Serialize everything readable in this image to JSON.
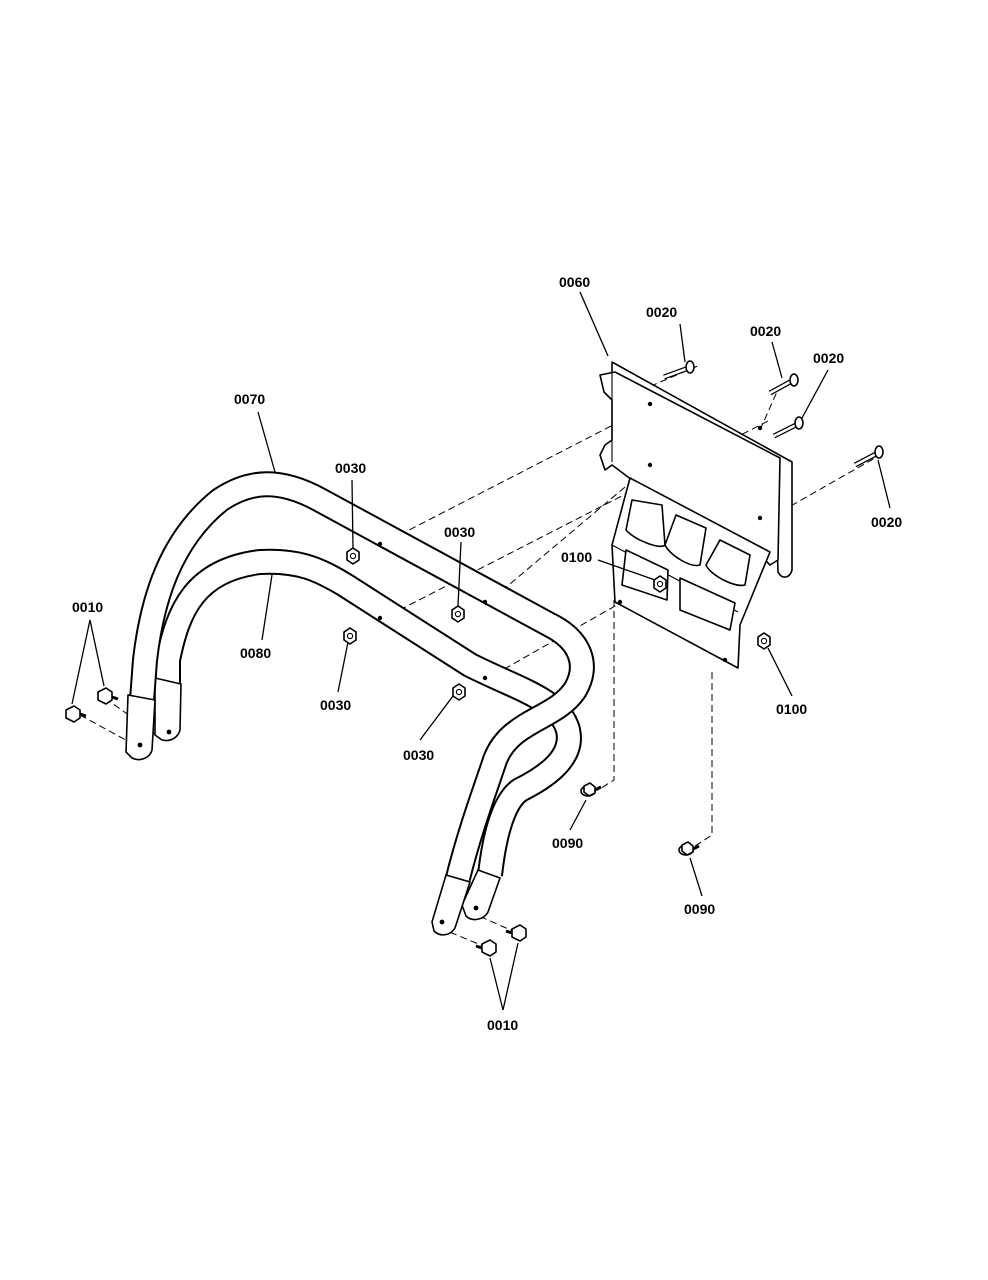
{
  "diagram": {
    "background": "#ffffff",
    "line_color": "#000000",
    "callouts": {
      "label_0060": "0060",
      "label_0020_a": "0020",
      "label_0020_b": "0020",
      "label_0020_c": "0020",
      "label_0020_d": "0020",
      "label_0070": "0070",
      "label_0030_a": "0030",
      "label_0030_b": "0030",
      "label_0030_c": "0030",
      "label_0030_d": "0030",
      "label_0100_a": "0100",
      "label_0100_b": "0100",
      "label_0010_a": "0010",
      "label_0010_b": "0010",
      "label_0080": "0080",
      "label_0090_a": "0090",
      "label_0090_b": "0090"
    }
  }
}
